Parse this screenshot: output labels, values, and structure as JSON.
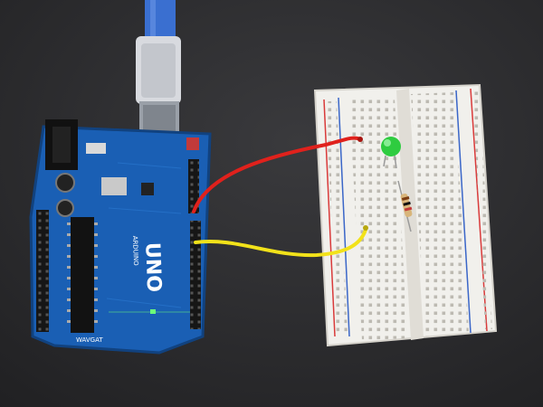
{
  "board": {
    "logo_text": "UNO",
    "brand_text": "ARDUINO",
    "footer_text": "WAVGAT",
    "color": "#1a5fb4",
    "trace_color": "#2f7fd8"
  },
  "breadboard": {
    "color": "#f1f0ec",
    "rail_red": "#d93a3a",
    "rail_blue": "#3a66c8"
  },
  "led": {
    "color": "#2ecc40"
  },
  "wires": {
    "red": "#e0211c",
    "yellow": "#f2e21a"
  },
  "cable": {
    "color": "#3a6fd0"
  },
  "icons": [
    "usb-cable-icon",
    "led-icon",
    "resistor-icon"
  ]
}
